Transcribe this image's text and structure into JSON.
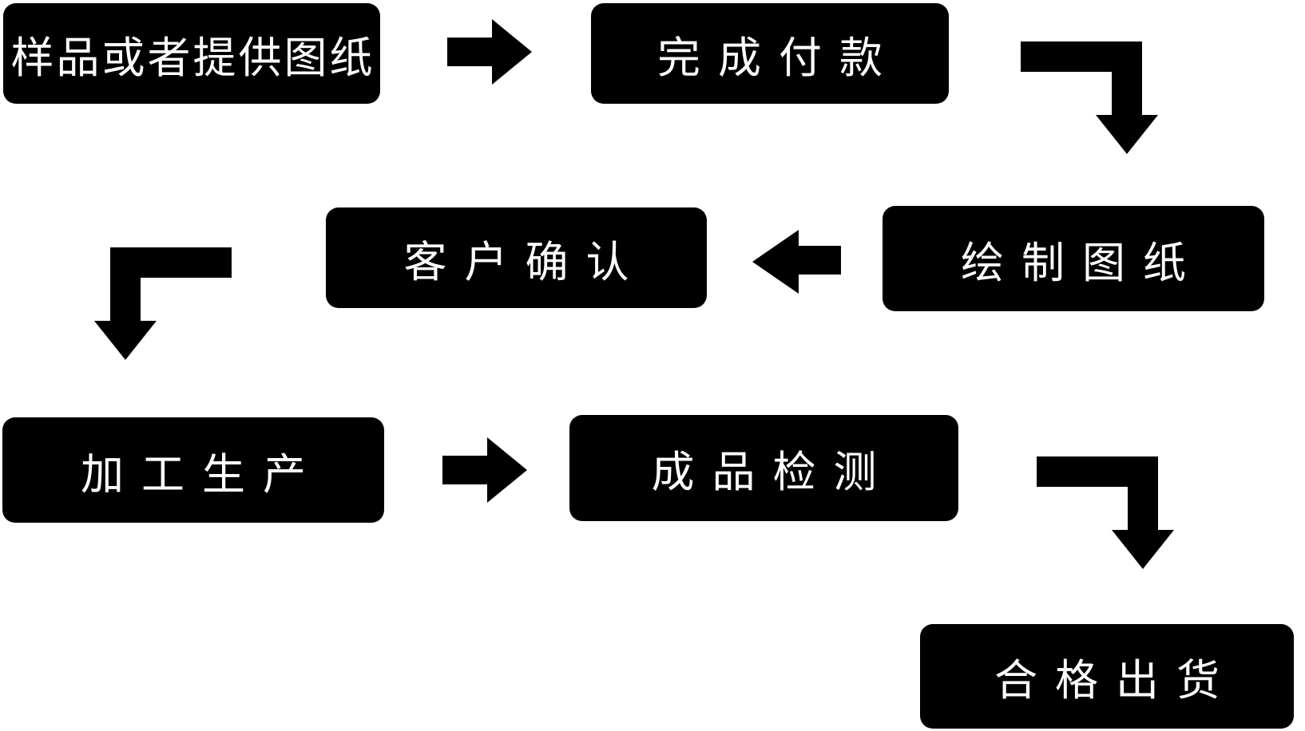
{
  "diagram": {
    "type": "flowchart",
    "colors": {
      "background": "#ffffff",
      "node_bg": "#000000",
      "node_text": "#ffffff",
      "arrow": "#000000"
    },
    "nodes": [
      {
        "id": "sample-or-drawing",
        "label": "样品或者提供图纸"
      },
      {
        "id": "complete-payment",
        "label": "完成付款"
      },
      {
        "id": "draw-drawings",
        "label": "绘制图纸"
      },
      {
        "id": "customer-confirmation",
        "label": "客户确认"
      },
      {
        "id": "processing-production",
        "label": "加工生产"
      },
      {
        "id": "finished-inspection",
        "label": "成品检测"
      },
      {
        "id": "qualified-shipment",
        "label": "合格出货"
      }
    ],
    "connections": [
      {
        "from": "样品或者提供图纸",
        "to": "完成付款",
        "shape": "right-arrow"
      },
      {
        "from": "完成付款",
        "to": "绘制图纸",
        "shape": "elbow-down-right-arrow"
      },
      {
        "from": "绘制图纸",
        "to": "客户确认",
        "shape": "left-arrow"
      },
      {
        "from": "客户确认",
        "to": "加工生产",
        "shape": "elbow-down-left-arrow"
      },
      {
        "from": "加工生产",
        "to": "成品检测",
        "shape": "right-arrow"
      },
      {
        "from": "成品检测",
        "to": "合格出货",
        "shape": "elbow-down-right-arrow"
      }
    ]
  }
}
